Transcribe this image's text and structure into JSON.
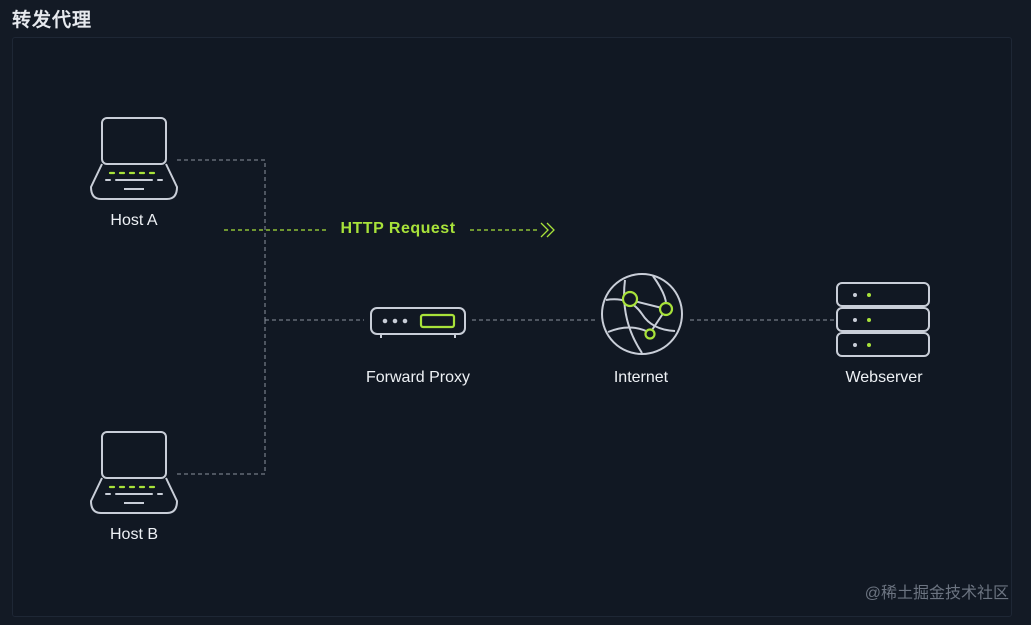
{
  "title": "转发代理",
  "nodes": {
    "host_a": "Host A",
    "host_b": "Host B",
    "forward_proxy": "Forward Proxy",
    "internet": "Internet",
    "webserver": "Webserver"
  },
  "edges": [
    {
      "from": "Host A",
      "to": "Forward Proxy"
    },
    {
      "from": "Host B",
      "to": "Forward Proxy"
    },
    {
      "from": "Forward Proxy",
      "to": "Internet"
    },
    {
      "from": "Internet",
      "to": "Webserver"
    }
  ],
  "request_label": "HTTP Request",
  "watermark": "@稀土掘金技术社区",
  "colors": {
    "background": "#131a25",
    "icon_stroke": "#c9ced8",
    "accent": "#a8e23a",
    "connector": "#8a929e"
  },
  "icons": {
    "host_a": "laptop-icon",
    "host_b": "laptop-icon",
    "forward_proxy": "router-icon",
    "internet": "globe-icon",
    "webserver": "server-icon"
  }
}
